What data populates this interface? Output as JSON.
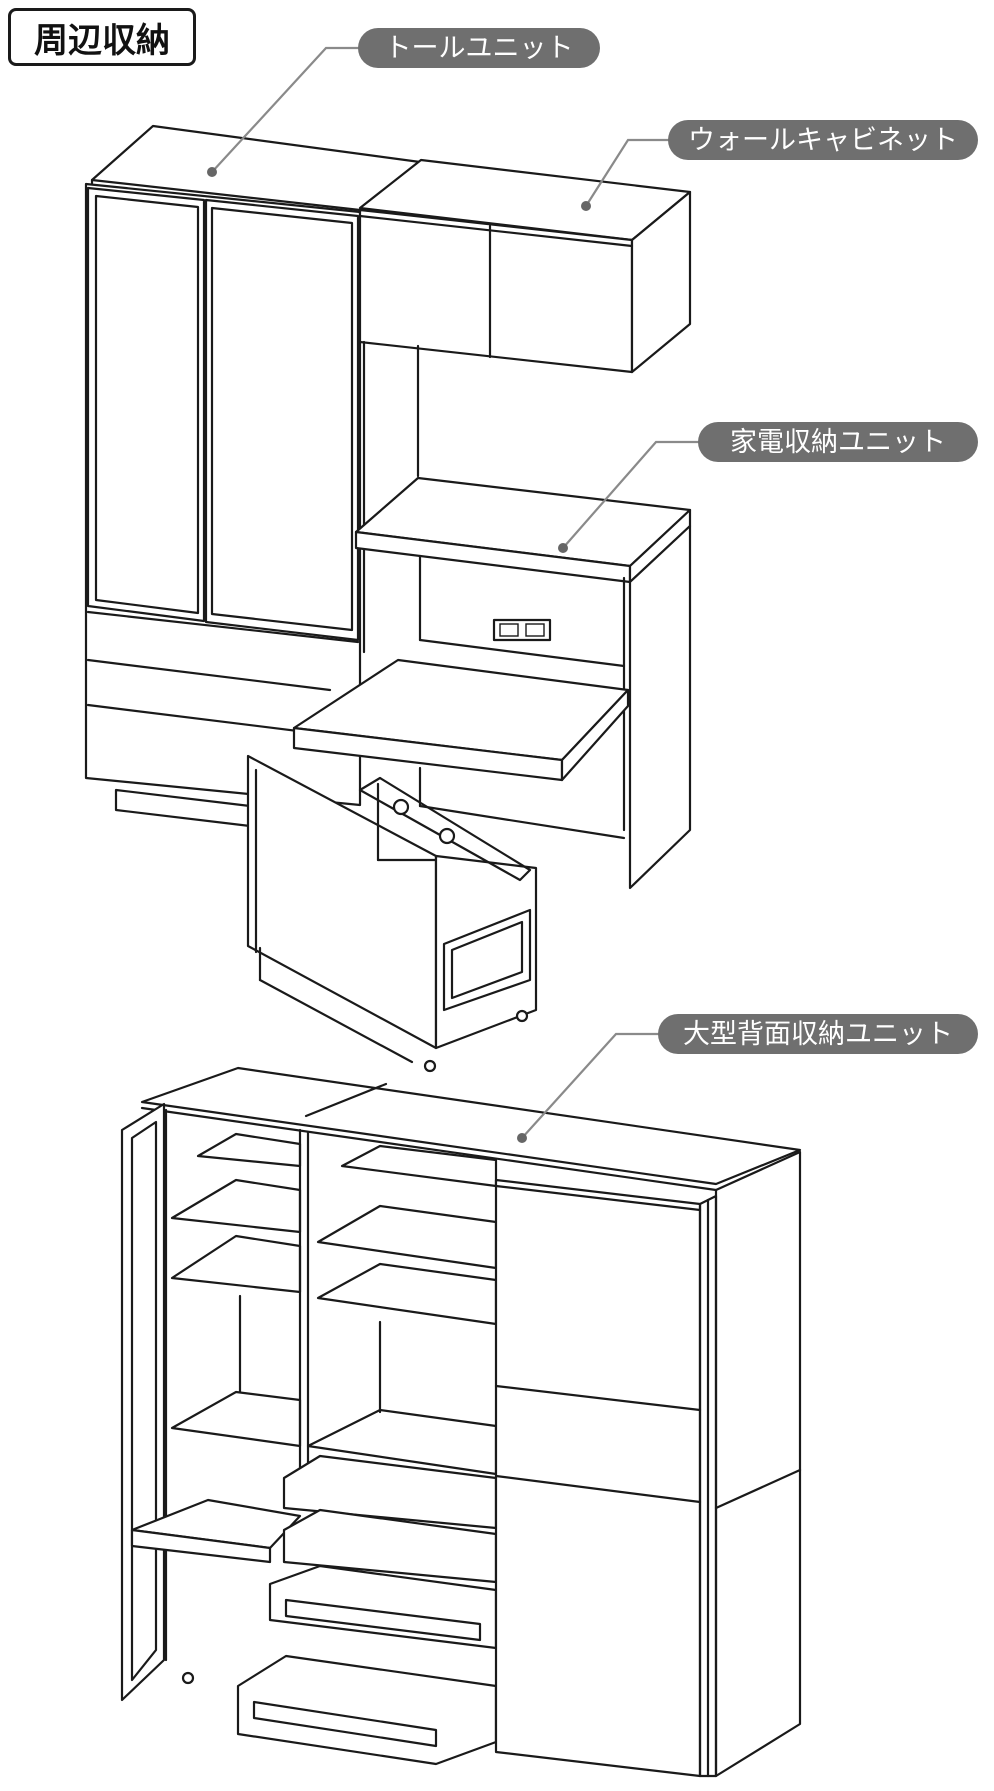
{
  "title": "周辺収納",
  "labels": {
    "tall_unit": "トールユニット",
    "wall_cabinet": "ウォールキャビネット",
    "appliance_unit": "家電収納ユニット",
    "large_back_unit": "大型背面収納ユニット"
  },
  "colors": {
    "pill": "#6f6f6f",
    "leader": "#8a8a8a",
    "line": "#1a1a1a"
  }
}
